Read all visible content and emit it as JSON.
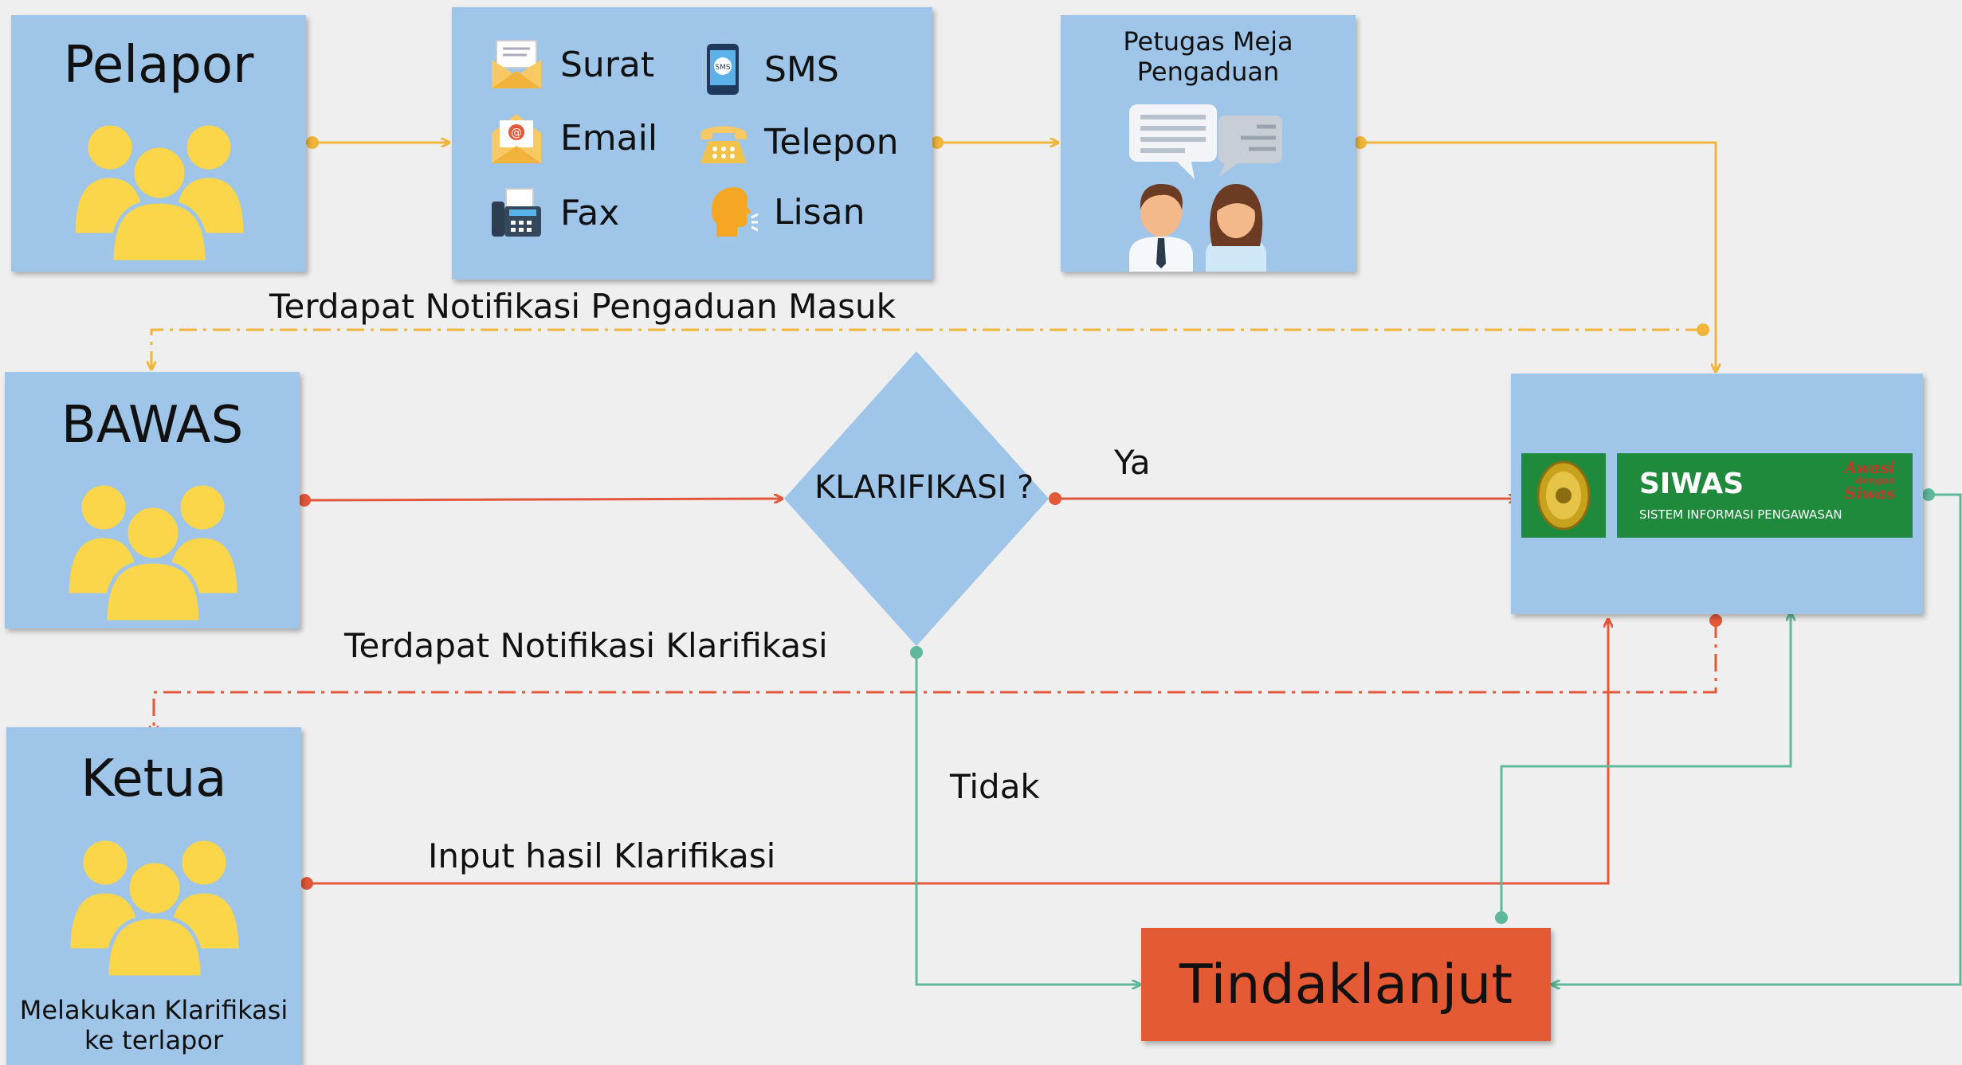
{
  "pelapor": {
    "title": "Pelapor"
  },
  "channels": {
    "items": [
      {
        "label": "Surat",
        "icon": "envelope-icon"
      },
      {
        "label": "SMS",
        "icon": "mobile-phone-icon"
      },
      {
        "label": "Email",
        "icon": "email-icon"
      },
      {
        "label": "Telepon",
        "icon": "telephone-icon"
      },
      {
        "label": "Fax",
        "icon": "fax-icon"
      },
      {
        "label": "Lisan",
        "icon": "speaking-head-icon"
      }
    ]
  },
  "petugas": {
    "line1": "Petugas Meja",
    "line2": "Pengaduan"
  },
  "bawas": {
    "title": "BAWAS"
  },
  "decision": {
    "label": "KLARIFIKASI ?",
    "yes": "Ya",
    "no": "Tidak"
  },
  "siwas": {
    "title": "SIWAS",
    "subtitle": "SISTEM INFORMASI PENGAWASAN",
    "tag_line1": "Awasi",
    "tag_line2": "dengan",
    "tag_line3": "Siwas"
  },
  "ketua": {
    "title": "Ketua",
    "note_line1": "Melakukan Klarifikasi",
    "note_line2": "ke terlapor"
  },
  "edges": {
    "notif_pengaduan": "Terdapat Notifikasi Pengaduan Masuk",
    "notif_klarifikasi": "Terdapat Notifikasi Klarifikasi",
    "input_hasil": "Input hasil Klarifikasi"
  },
  "tindaklanjut": {
    "label": "Tindaklanjut"
  },
  "colors": {
    "box": "#9fc5e8",
    "orange": "#f0b63c",
    "red": "#e2583a",
    "teal": "#5fb89b",
    "people": "#fcd64a",
    "action": "#e35a35"
  }
}
